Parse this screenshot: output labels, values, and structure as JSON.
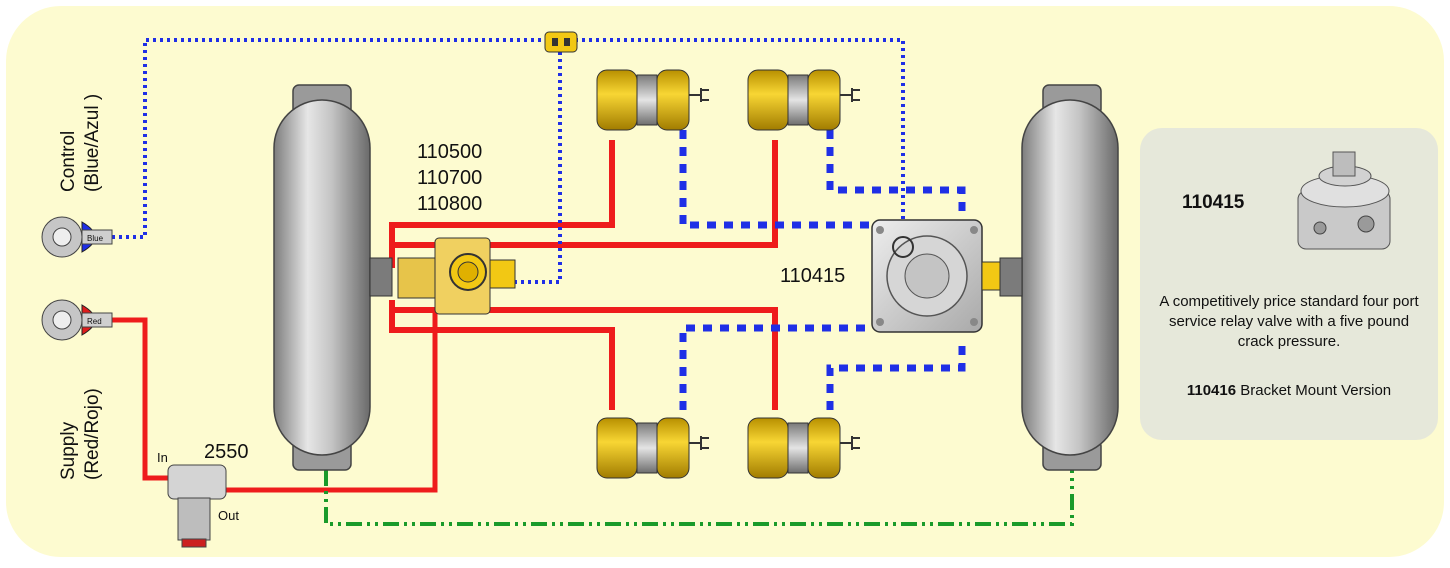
{
  "labels": {
    "control_line1": "Control",
    "control_line2": "(Blue/Azul )",
    "supply_line1": "Supply",
    "supply_line2": "(Red/Rojo)",
    "gladhand_blue_tag": "Blue",
    "gladhand_red_tag": "Red",
    "part_110500": "110500",
    "part_110700": "110700",
    "part_110800": "110800",
    "part_110415": "110415",
    "part_2550": "2550",
    "port_in": "In",
    "port_out": "Out"
  },
  "info": {
    "title": "110415",
    "description": "A competitively price standard four port service relay valve with a five pound crack pressure.",
    "bracket_part": "110416",
    "bracket_text": " Bracket Mount Version"
  },
  "colors": {
    "background": "#fdfbd0",
    "supply_line": "#ee1c1c",
    "control_line": "#1f2fe6",
    "exhaust_line": "#1a9a2a",
    "chamber": "#f2c814",
    "tank": "#b9b9b9",
    "info_box": "#e6e8da"
  }
}
